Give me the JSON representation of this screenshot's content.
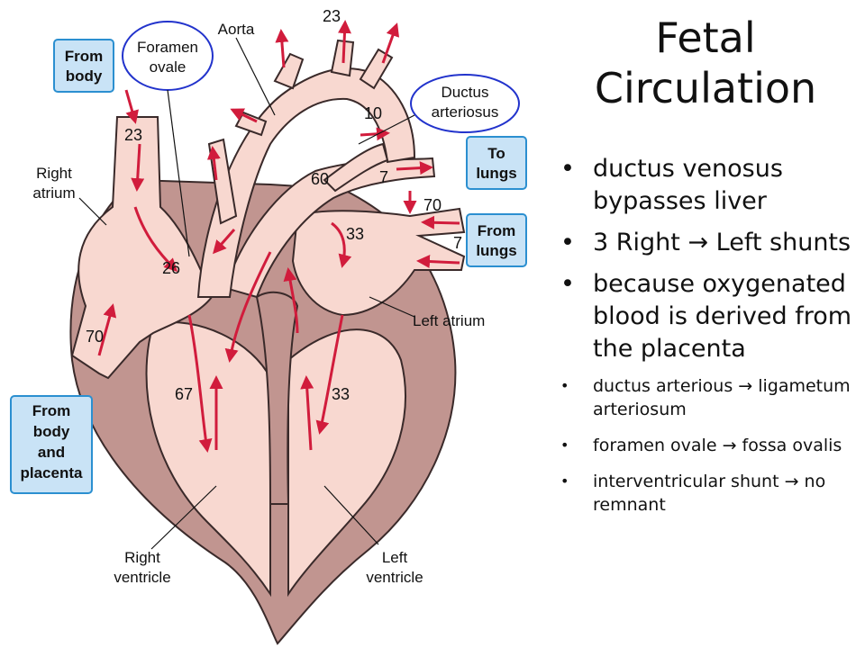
{
  "diagram": {
    "labels": {
      "from_body": [
        "From",
        "body"
      ],
      "foramen_ovale": [
        "Foramen",
        "ovale"
      ],
      "aorta": "Aorta",
      "ductus_arteriosus": [
        "Ductus",
        "arteriosus"
      ],
      "to_lungs": [
        "To",
        "lungs"
      ],
      "from_lungs": [
        "From",
        "lungs"
      ],
      "right_atrium": [
        "Right",
        "atrium"
      ],
      "left_atrium": "Left atrium",
      "from_body_placenta": [
        "From",
        "body",
        "and",
        "placenta"
      ],
      "right_ventricle": [
        "Right",
        "ventricle"
      ],
      "left_ventricle": [
        "Left",
        "ventricle"
      ]
    },
    "numbers": {
      "top_vessel": "23",
      "aorta_arch": "10",
      "svc": "23",
      "pulmonary_trunk": "60",
      "to_lungs_value": "7",
      "from_lungs_upper": "70",
      "from_lungs_lower": "7",
      "left_atrium_value": "33",
      "foramen_value": "26",
      "ivc_value": "70",
      "right_ventricle_value": "67",
      "left_ventricle_value": "33"
    },
    "colors": {
      "vessel_fill": "#f8d8d0",
      "muscle_fill": "#c19590",
      "outline": "#3a2a2a",
      "arrow": "#d11c3c",
      "box_fill": "#c9e3f6",
      "box_border": "#2b8fd0",
      "ellipse": "#2233cc"
    }
  },
  "panel": {
    "title_lines": [
      "Fetal",
      "Circulation"
    ],
    "bullets": [
      {
        "text": "ductus venosus bypasses liver",
        "size": "big"
      },
      {
        "text": "3 Right → Left shunts",
        "size": "big"
      },
      {
        "text": "because oxygenated blood is derived from the placenta",
        "size": "big"
      },
      {
        "text": "ductus arterious → ligametum arteriosum",
        "size": "small"
      },
      {
        "text": "foramen ovale → fossa ovalis",
        "size": "small"
      },
      {
        "text": "interventricular shunt → no remnant",
        "size": "small"
      }
    ],
    "bullet_char": "•"
  }
}
